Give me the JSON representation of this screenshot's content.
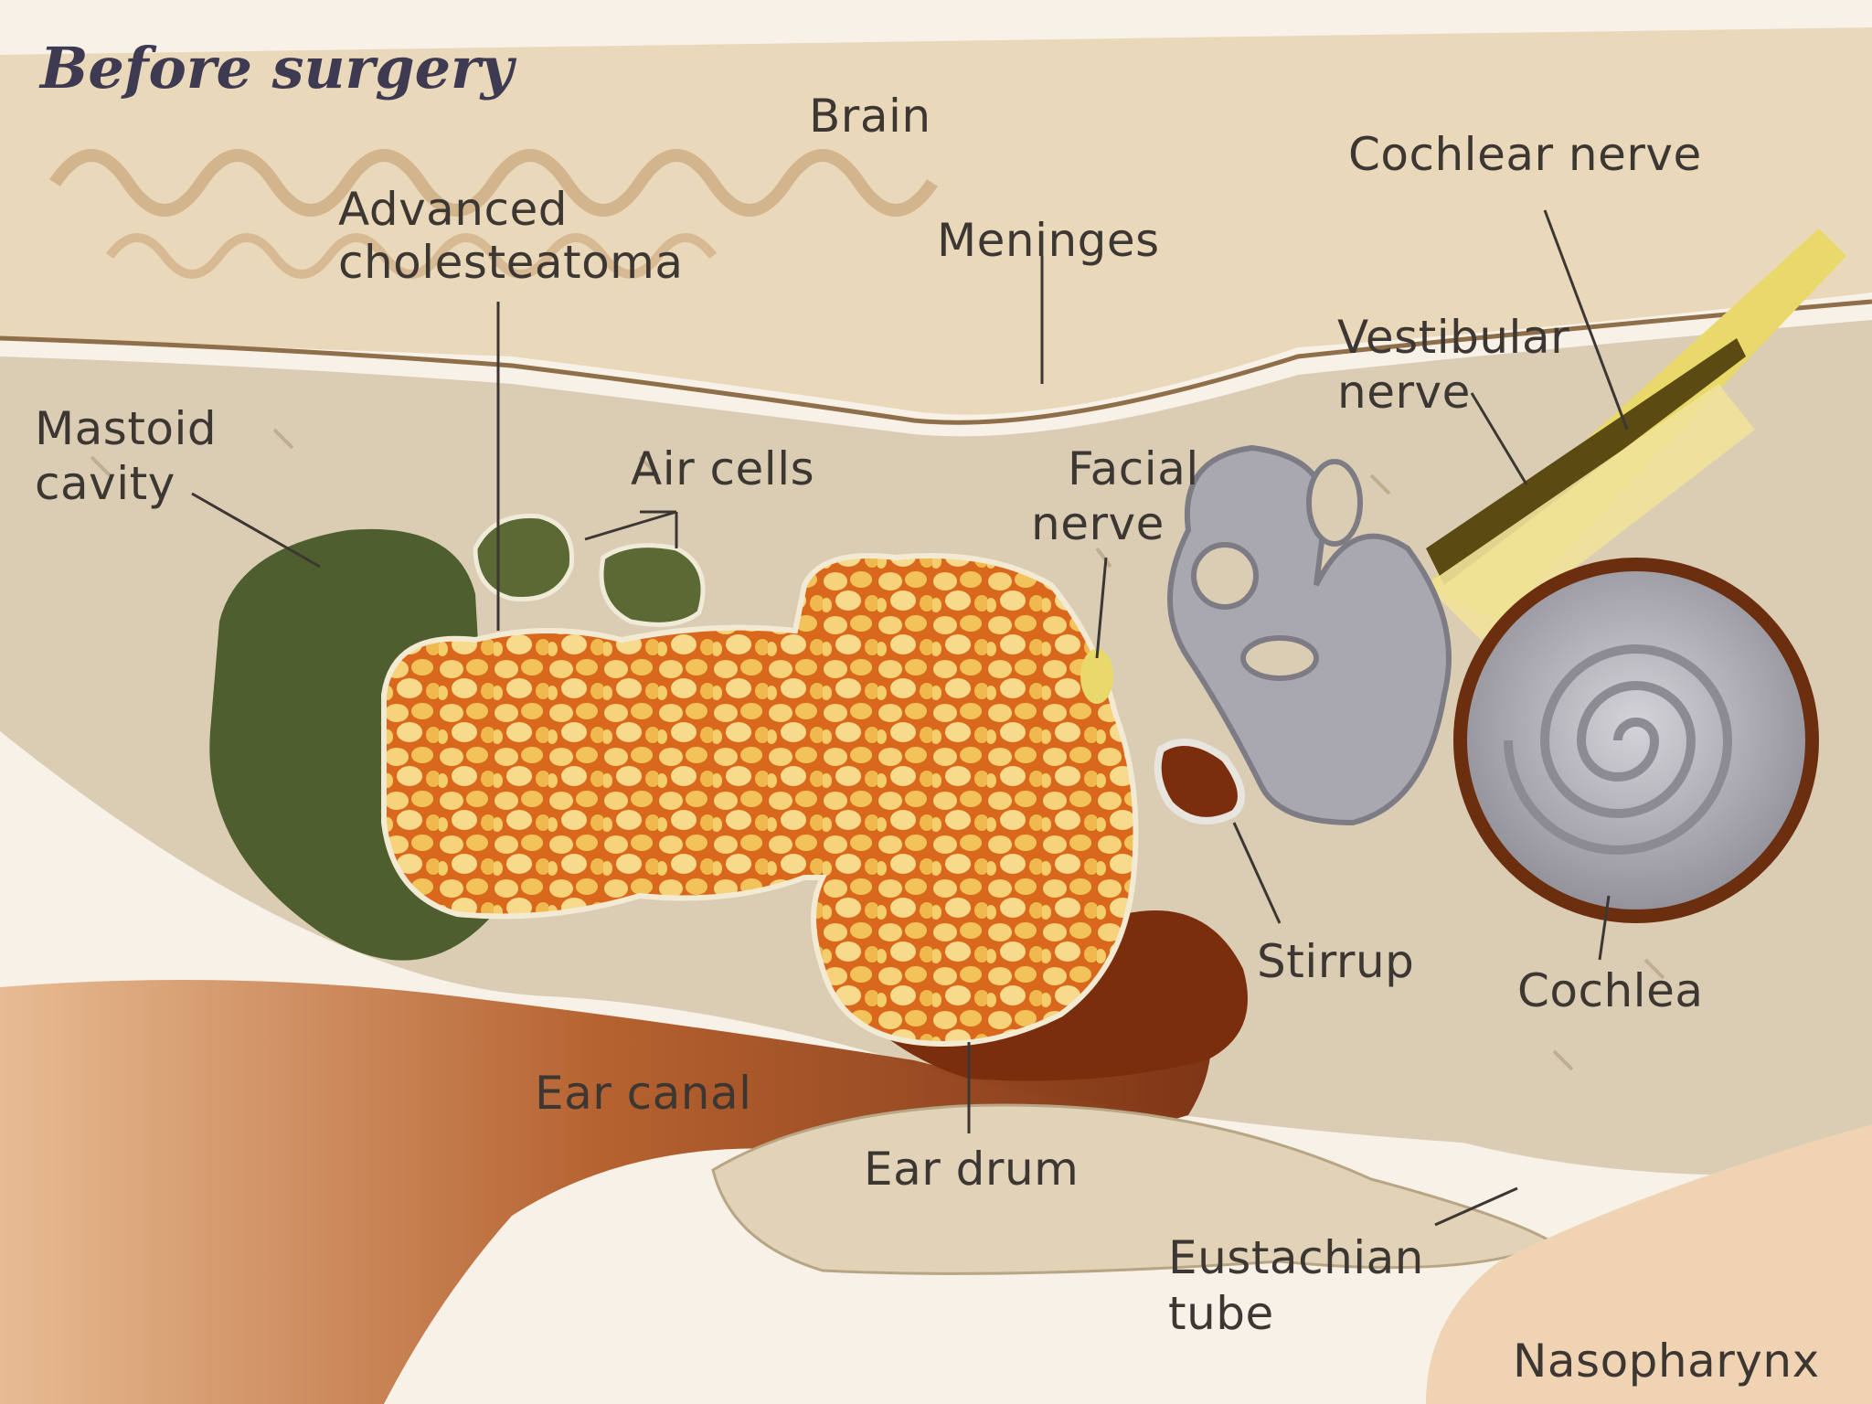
{
  "title": "Before surgery",
  "labels": {
    "brain": "Brain",
    "cochlear_nerve": "Cochlear nerve",
    "advanced_line1": "Advanced",
    "advanced_line2": "cholesteatoma",
    "meninges": "Meninges",
    "vestibular_line1": "Vestibular",
    "vestibular_line2": "nerve",
    "mastoid_line1": "Mastoid",
    "mastoid_line2": "cavity",
    "air_cells": "Air cells",
    "facial_line1": "Facial",
    "facial_line2": "nerve",
    "stirrup": "Stirrup",
    "cochlea": "Cochlea",
    "ear_canal": "Ear canal",
    "ear_drum": "Ear drum",
    "eustachian_line1": "Eustachian",
    "eustachian_line2": "tube",
    "nasopharynx": "Nasopharynx"
  },
  "colors": {
    "brain": "#e8d4b4",
    "bone": "#d9cbb3",
    "mastoid_cavity": "#4f5e2e",
    "cholesteatoma": "#e89a3c",
    "cochlea": "#a9a8b0",
    "nerve": "#e9d86a",
    "ear_canal": "#8a3a14",
    "soft_tissue": "#e9c9a6"
  }
}
